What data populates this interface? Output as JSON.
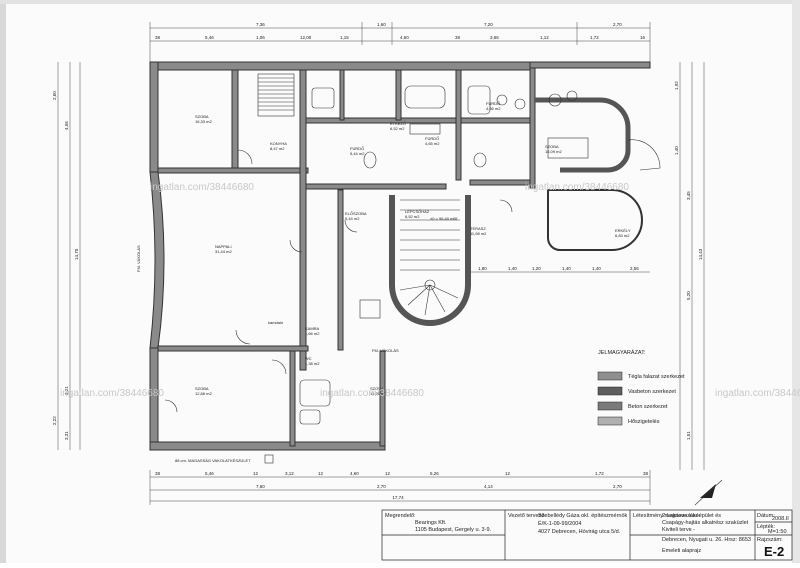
{
  "dimensions": {
    "top_row1": [
      "7,36",
      "1,60",
      "7,20",
      "2,70"
    ],
    "top_row2": [
      "38",
      "5,46",
      "1,06",
      "12,00",
      "1,15",
      "4,60",
      "38",
      "3,66",
      "1,12",
      "1,72",
      "16"
    ],
    "bottom_row1": [
      "38",
      "5,46",
      "12",
      "3,12",
      "12",
      "4,60",
      "12",
      "5,26",
      "12",
      "1,72",
      "38"
    ],
    "bottom_row2": [
      "7,60",
      "2,70",
      "4,14",
      "2,70"
    ],
    "bottom_total": "17,74",
    "left": [
      "2,60",
      "4,56",
      "14,70",
      "3,21",
      "2,22",
      "3,31"
    ],
    "right": [
      "1,92",
      "1,40",
      "3,45",
      "5,20",
      "14,43",
      "1,51"
    ],
    "middle": [
      "1,80",
      "1,40",
      "1,20",
      "1,40",
      "1,40",
      "2,56"
    ]
  },
  "rooms": [
    {
      "name": "SZOBA",
      "area": "16,33 m2"
    },
    {
      "name": "NAPPALI",
      "area": "31,44 m2"
    },
    {
      "name": "SZOBA",
      "area": "12,88 m2"
    },
    {
      "name": "KONYHA",
      "area": "8,47 m2"
    },
    {
      "name": "ELŐSZOBA",
      "area": "5,44 m2"
    },
    {
      "name": "FÜRDŐ",
      "area": "5,44 m2"
    },
    {
      "name": "LÉPCSŐHÁZ",
      "area": "6,52 m2"
    },
    {
      "name": "ÉTKEZŐ",
      "area": "6,52 m2"
    },
    {
      "name": "TERASZ",
      "area": "11,98 m2"
    },
    {
      "name": "FÜRDŐ",
      "area": "4,66 m2"
    },
    {
      "name": "SZOBA",
      "area": "16,09 m2"
    },
    {
      "name": "ERKÉLY",
      "area": "6,83 m2"
    },
    {
      "name": "FÜRDŐ",
      "area": "4,65 m2"
    },
    {
      "name": "SZOBA",
      "area": "15,31 m2"
    },
    {
      "name": "KAMRA",
      "area": "1,66 m2"
    },
    {
      "name": "WC",
      "area": "1,38 m2"
    }
  ],
  "labels": {
    "parapet_left": "FM. VÁKOLÁS",
    "parapet_mid": "FM. VÁKOLÁS",
    "level_note": "±0 = 96.40 mBf",
    "bottom_note": "88 cm. MAGASSÁG VAKOLATKÉSZÜLET",
    "kamdalo": "kamdaló"
  },
  "legend": {
    "title": "JELMAGYARÁZAT:",
    "items": [
      {
        "label": "Tégla falazat szerkezet",
        "color": "#8f8f8f"
      },
      {
        "label": "Vasbeton szerkezet",
        "color": "#5e5e5e"
      },
      {
        "label": "Beton szerkezet",
        "color": "#7a7a7a"
      },
      {
        "label": "Hőszigetelés",
        "color": "#b0b0b0"
      }
    ]
  },
  "title_block": {
    "client_label": "Megrendelő:",
    "client_name": "Bearings Kft.",
    "client_address": "1105 Budapest, Gergely u. 3-9.",
    "designer_label": "Vezető tervező:",
    "designer_name": "Szebellédy Gáza okl. építészmérnök",
    "designer_license": "É/K-1-09-99/2004",
    "designer_address": "4027 Debrecen, Hóvirág utca 5/d.",
    "design_label": "Létesítmény megnevezése:",
    "project_line1": "2 Lakásos lakóépület és",
    "project_line2": "Csapágy-hajtás alkatrész szaküzlet",
    "project_line3": "Kiviteli terve -",
    "project_line4": "Debrecen, Nyugati u. 26. Hrsz: 8653",
    "drawing_title": "Emeleti alaprajz",
    "date_label": "Dátum:",
    "date": "2008.II",
    "scale_label": "Lépték:",
    "scale": "M=1:50",
    "sheet_label": "Rajzszám:",
    "sheet": "E-2"
  },
  "watermark": "ingatlan.com/38446680"
}
